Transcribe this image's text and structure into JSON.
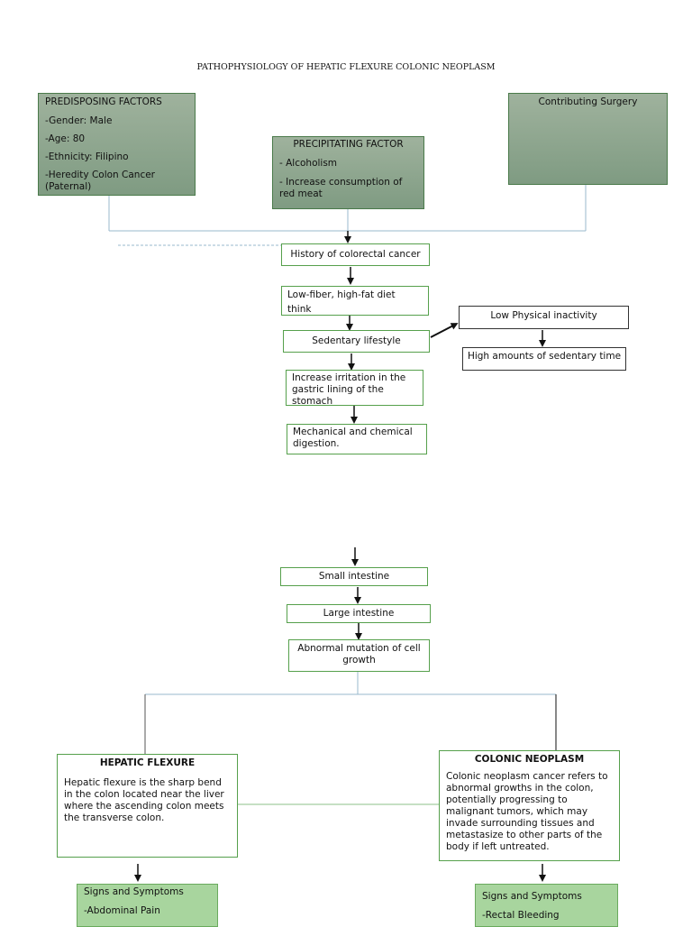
{
  "title": "PATHOPHYSIOLOGY OF HEPATIC FLEXURE COLONIC NEOPLASM",
  "predisposing": {
    "heading": "PREDISPOSING FACTORS",
    "items": [
      "-Gender: Male",
      "-Age: 80",
      "-Ethnicity: Filipino",
      "-Heredity Colon Cancer (Paternal)"
    ]
  },
  "precipitating": {
    "heading": "PRECIPITATING FACTOR",
    "items": [
      "- Alcoholism",
      "- Increase consumption of red meat"
    ]
  },
  "contributing": {
    "heading": "Contributing Surgery"
  },
  "flow": {
    "history": "History of colorectal cancer",
    "diet": "Low-fiber, high-fat diet",
    "diet_cut": "think",
    "sedentary": "Sedentary lifestyle",
    "irritation": "Increase irritation in the gastric lining of the stomach",
    "digestion": "Mechanical and chemical digestion.",
    "small_intestine": "Small intestine",
    "large_intestine": "Large intestine",
    "mutation": "Abnormal mutation of cell growth"
  },
  "side": {
    "inactivity": "Low Physical inactivity",
    "sedentary_time": "High amounts of sedentary time"
  },
  "hepatic": {
    "heading": "HEPATIC FLEXURE",
    "text": "Hepatic flexure is the sharp bend in the colon located near the liver where the ascending colon meets the transverse colon."
  },
  "colonic": {
    "heading": "COLONIC NEOPLASM",
    "text": "Colonic neoplasm cancer refers to abnormal growths in the colon, potentially progressing to malignant tumors, which may invade surrounding tissues and metastasize to other parts of the body if left untreated."
  },
  "signs_left": {
    "heading": "Signs and Symptoms",
    "item": "-Abdominal Pain"
  },
  "signs_right": {
    "heading": "Signs and Symptoms",
    "item": "-Rectal Bleeding"
  },
  "colors": {
    "dark_box": "#8ea88e",
    "outline_green": "#56a04c",
    "light_box": "#a8d59e",
    "connector_blue": "#9ab8cc"
  }
}
